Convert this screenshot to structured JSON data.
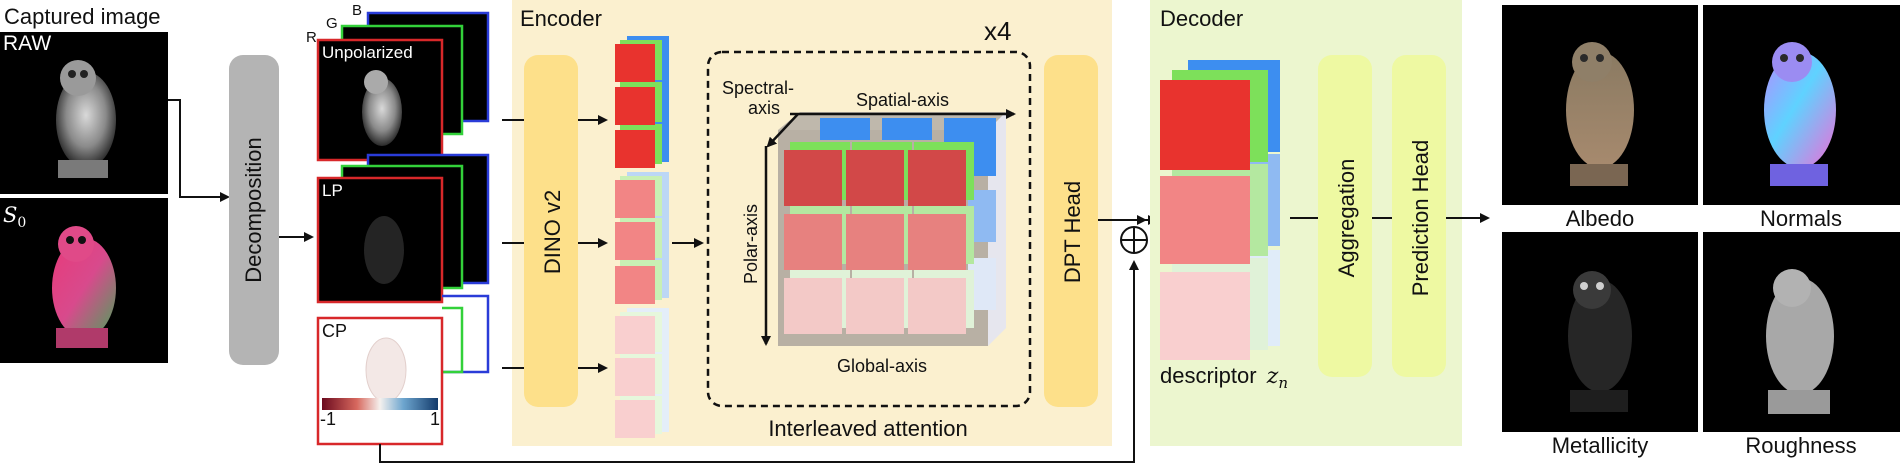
{
  "input": {
    "title": "Captured image",
    "raw_label": "RAW",
    "s0_label": "S",
    "s0_sub": "0"
  },
  "decomposition": {
    "label": "Decomposition",
    "channel_r": "R",
    "channel_g": "G",
    "channel_b": "B",
    "unpolarized_label": "Unpolarized",
    "lp_label": "LP",
    "cp_label": "CP",
    "colorbar_min": "-1",
    "colorbar_max": "1"
  },
  "encoder": {
    "title": "Encoder",
    "backbone": "DINO v2",
    "repeat": "x4",
    "spectral_axis_1": "Spectral-",
    "spectral_axis_2": "axis",
    "spatial_axis": "Spatial-axis",
    "polar_axis": "Polar-axis",
    "global_axis": "Global-axis",
    "attention_label": "Interleaved attention",
    "head": "DPT Head"
  },
  "decoder": {
    "title": "Decoder",
    "descriptor_label": "descriptor",
    "descriptor_symbol": "z",
    "descriptor_sub": "n",
    "aggregation": "Aggregation",
    "prediction_head": "Prediction Head",
    "plus_symbol": "⊕"
  },
  "outputs": [
    {
      "label": "Albedo"
    },
    {
      "label": "Normals"
    },
    {
      "label": "Metallicity"
    },
    {
      "label": "Roughness"
    }
  ],
  "colors": {
    "encoder_bg": "#fbf0cf",
    "decoder_bg": "#ecf6cf",
    "block_yellow": "#fde08a",
    "block_green": "#eef9a2",
    "decomposition_gray": "#b4b4b4",
    "token_red": "#e8332e",
    "token_pink": "#f28585",
    "token_lightpink": "#f9cfcf",
    "token_green": "#7de05a",
    "token_blue": "#3d8ef0"
  }
}
